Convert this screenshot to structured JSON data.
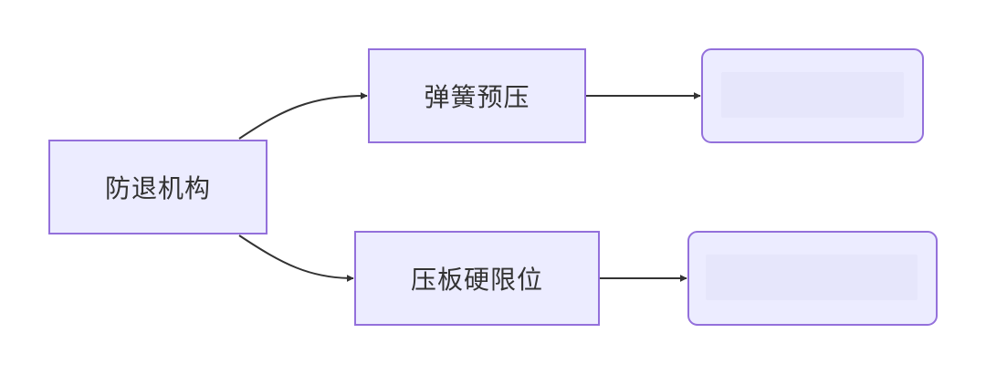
{
  "colors": {
    "node_fill": "#ececff",
    "node_border": "#9370db",
    "edge": "#333333",
    "text": "#333333"
  },
  "nodes": {
    "root": {
      "label": "防退机构"
    },
    "spring": {
      "label": "弹簧预压"
    },
    "plate": {
      "label": "压板硬限位"
    },
    "spring_result": {
      "label": ""
    },
    "plate_result": {
      "label": ""
    }
  },
  "edges": [
    {
      "from": "root",
      "to": "spring"
    },
    {
      "from": "root",
      "to": "plate"
    },
    {
      "from": "spring",
      "to": "spring_result"
    },
    {
      "from": "plate",
      "to": "plate_result"
    }
  ]
}
